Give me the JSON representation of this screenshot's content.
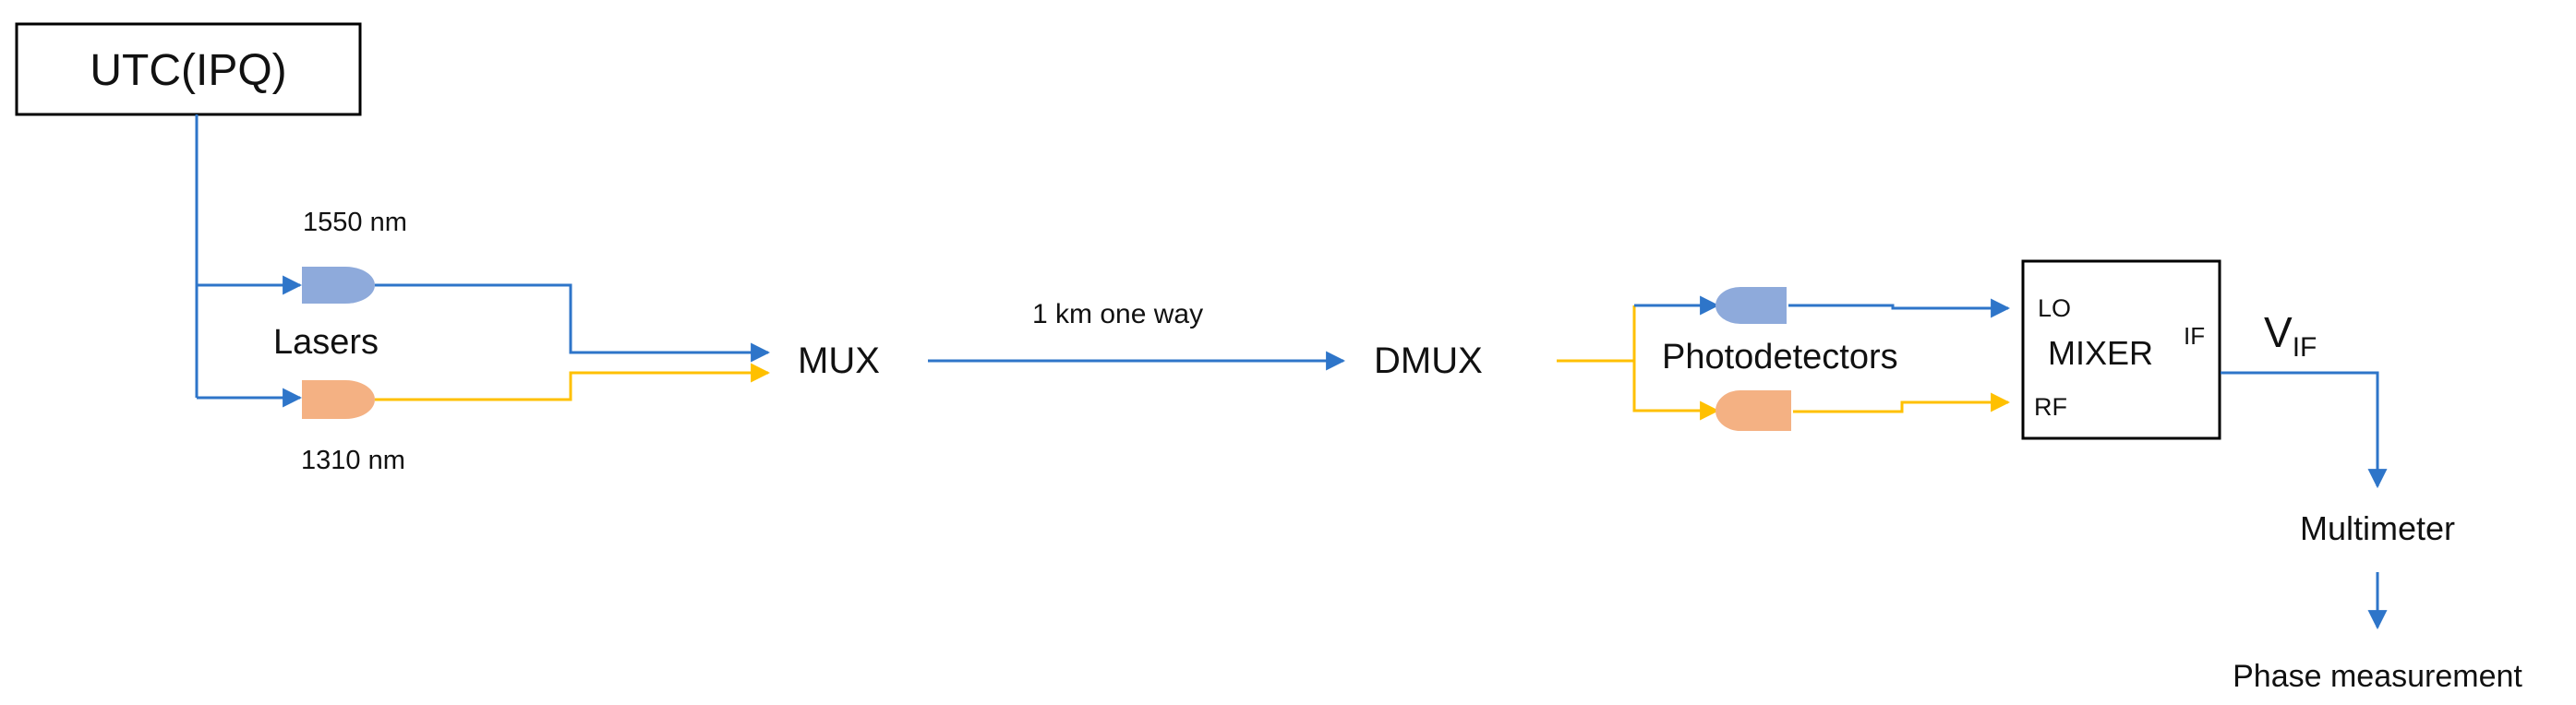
{
  "nodes": {
    "utc": "UTC(IPQ)",
    "laser_1550": "1550 nm",
    "lasers": "Lasers",
    "laser_1310": "1310 nm",
    "mux": "MUX",
    "link": "1 km one way",
    "dmux": "DMUX",
    "photodetectors": "Photodetectors",
    "mixer": "MIXER",
    "mixer_lo": "LO",
    "mixer_rf": "RF",
    "mixer_if": "IF",
    "vif_main": "V",
    "vif_sub": "IF",
    "multimeter": "Multimeter",
    "phase": "Phase measurement"
  },
  "colors": {
    "blue_line": "#2e75c9",
    "yellow_line": "#ffc000",
    "blue_fill": "#8eaadb",
    "orange_fill": "#f4b183",
    "box_stroke": "#000000"
  },
  "icons": {
    "laser_1550": "laser-diode-icon",
    "laser_1310": "laser-diode-icon",
    "pd_blue": "photodetector-icon",
    "pd_orange": "photodetector-icon"
  }
}
